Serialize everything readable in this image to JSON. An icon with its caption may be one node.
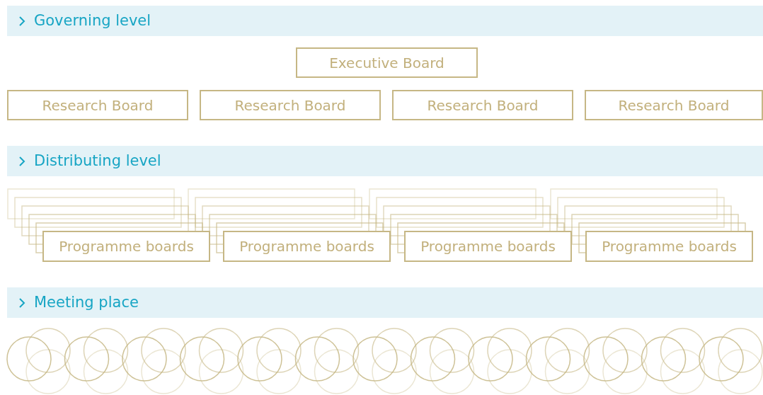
{
  "diagram": {
    "nodes": [
      {
        "text": [
          "Governing level"
        ]
      },
      {
        "text": [
          "Executive Board"
        ]
      },
      {
        "text": [
          "Research Board"
        ]
      },
      {
        "text": [
          "Research Board"
        ]
      },
      {
        "text": [
          "Research Board"
        ]
      },
      {
        "text": [
          "Research Board"
        ]
      },
      {
        "text": [
          "Distributing level"
        ]
      },
      {
        "text": [
          "Programme boards"
        ]
      },
      {
        "text": [
          "Programme boards"
        ]
      },
      {
        "text": [
          "Programme boards"
        ]
      },
      {
        "text": [
          "Programme boards"
        ]
      },
      {
        "text": [
          "Meeting place"
        ]
      }
    ]
  }
}
